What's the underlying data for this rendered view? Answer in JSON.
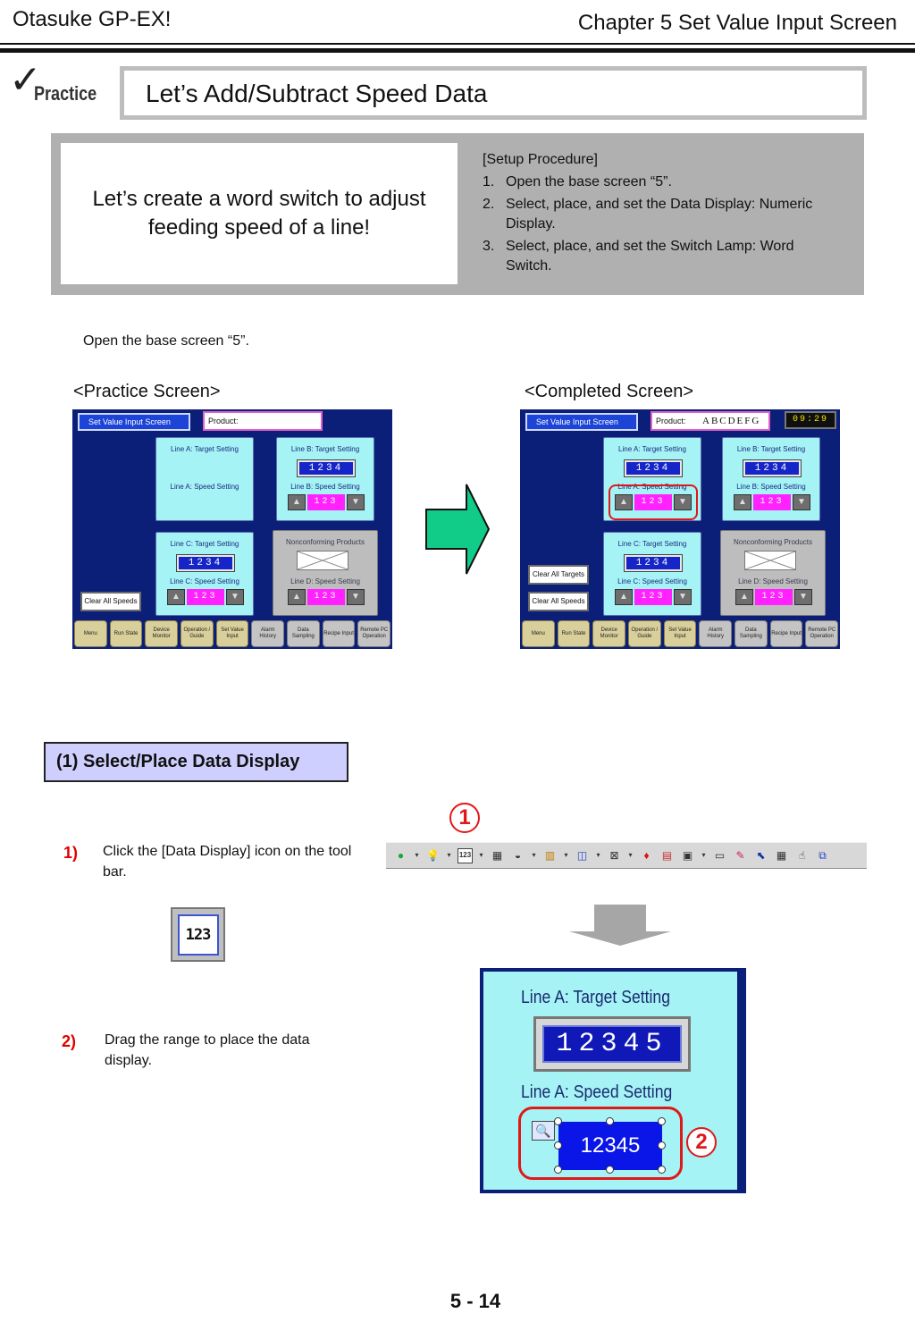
{
  "header": {
    "left": "Otasuke GP-EX!",
    "right": "Chapter 5  Set Value Input Screen"
  },
  "practice": {
    "badge": "Practice",
    "title": "Let’s Add/Subtract Speed Data"
  },
  "intro": {
    "goal": "Let’s create a word switch to adjust feeding speed of a line!",
    "procedure_title": "[Setup Procedure]",
    "procedure": [
      {
        "num": "1.",
        "text": "Open the base screen “5”."
      },
      {
        "num": "2.",
        "text": "Select, place, and set the Data Display: Numeric Display."
      },
      {
        "num": "3.",
        "text": "Select, place, and set the Switch Lamp: Word Switch."
      }
    ]
  },
  "open_instruction": "Open the base screen “5”.",
  "labels": {
    "practice_screen": "<Practice Screen>",
    "completed_screen": "<Completed Screen>"
  },
  "mock": {
    "screen_title": "Set Value Input Screen",
    "product_label": "Product:",
    "product_value": "ABCDEFG",
    "clock": "09:29",
    "line_a_target": "Line A: Target Setting",
    "line_a_speed": "Line A: Speed Setting",
    "line_b_target": "Line B: Target Setting",
    "line_b_speed": "Line B: Speed Setting",
    "line_c_target": "Line C: Target Setting",
    "line_c_speed": "Line C: Speed Setting",
    "line_d_speed": "Line D: Speed Setting",
    "nonconforming": "Nonconforming Products",
    "target_value": "1234",
    "speed_value": "123",
    "clear_targets": "Clear All Targets",
    "clear_speeds": "Clear All Speeds",
    "nav": [
      "Menu",
      "Run State",
      "Device Monitor",
      "Operation / Guide",
      "Set Value Input",
      "Alarm History",
      "Data Sampling",
      "Recipe Input",
      "Remote PC Operation"
    ]
  },
  "section1": {
    "title": "(1) Select/Place Data Display",
    "step1_num": "1)",
    "step1_text": "Click the [Data Display] icon on the tool bar.",
    "step2_num": "2)",
    "step2_text": "Drag the range to place the data display.",
    "marker1": "1",
    "marker2": "2",
    "icon_text": "123"
  },
  "zoom": {
    "target_label": "Line A: Target Setting",
    "target_value": "12345",
    "speed_label": "Line A: Speed Setting",
    "placed_value": "12345"
  },
  "footer": {
    "page": "5 - 14"
  }
}
